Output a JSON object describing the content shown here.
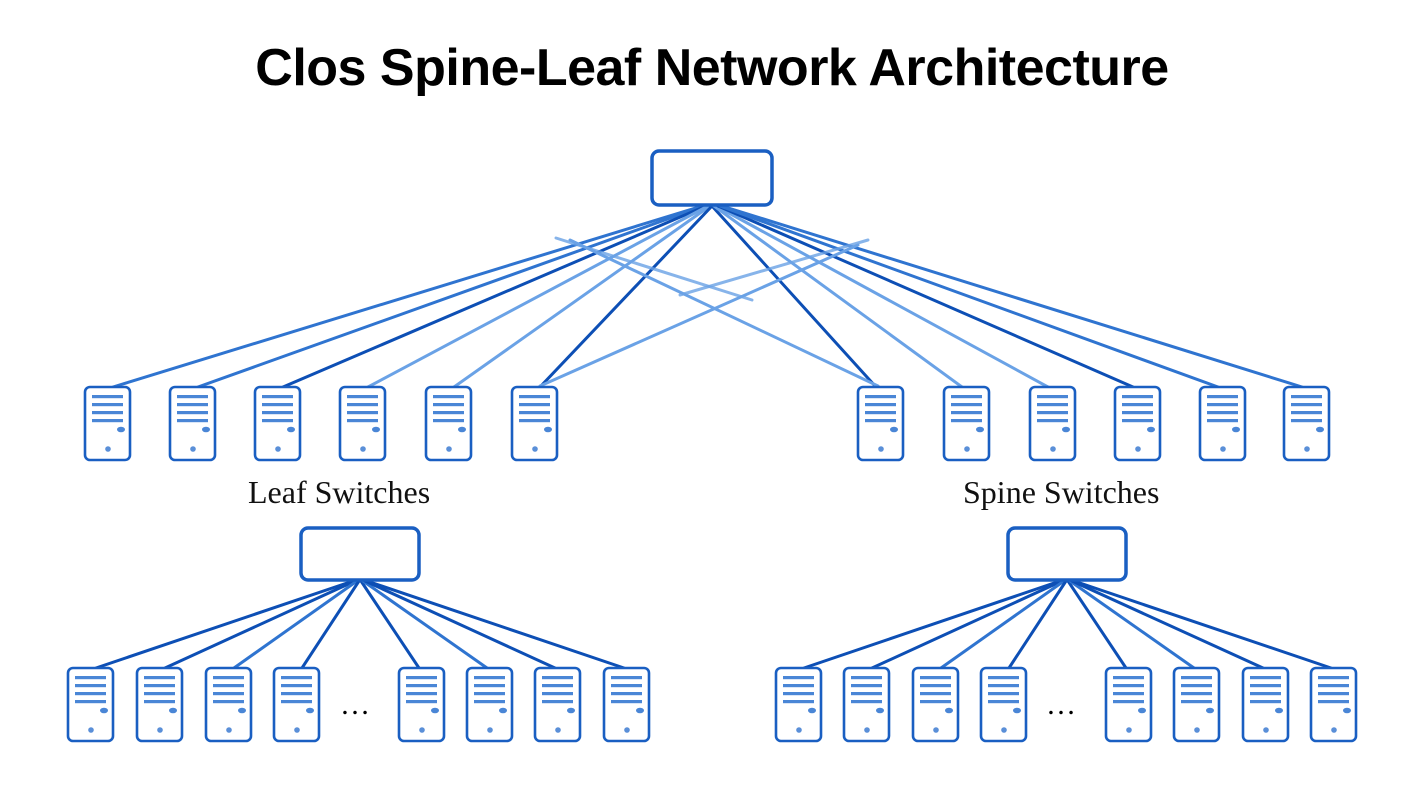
{
  "title": "Clos Spine-Leaf Network Architecture",
  "labels": {
    "leaf": "Leaf Switches",
    "spine": "Spine Switches"
  },
  "ellipsis": "…",
  "colors": {
    "node_stroke": "#1a5fc2",
    "link_dark": "#0d4fb5",
    "link_mid": "#2f74d0",
    "link_light": "#6aa2e6",
    "server_bar": "#4a86d6",
    "server_dot": "#5a8fd8"
  },
  "top_tier": {
    "switch_count": 1,
    "server_count": 12,
    "groups": [
      {
        "name": "left",
        "servers": 6
      },
      {
        "name": "right",
        "servers": 6
      }
    ]
  },
  "bottom_groups": [
    {
      "name": "leaf-group",
      "servers_shown": 8,
      "elided": true
    },
    {
      "name": "spine-group",
      "servers_shown": 8,
      "elided": true
    }
  ]
}
